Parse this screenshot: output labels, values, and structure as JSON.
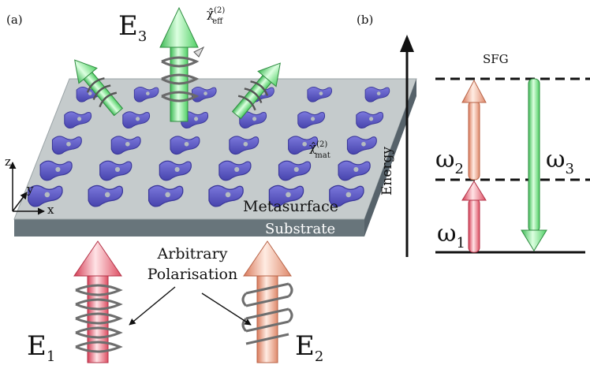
{
  "panel_a": {
    "tag": "(a)",
    "e3": {
      "main": "E",
      "sub": "3"
    },
    "chi_eff": {
      "main": "χ̂",
      "sup": "(2)",
      "sub": "eff"
    },
    "chi_mat": {
      "main": "χ̂",
      "sup": "(2)",
      "sub": "mat"
    },
    "axis_z": "z",
    "axis_y": "y",
    "axis_x": "x",
    "metasurface": "Metasurface",
    "substrate": "Substrate",
    "polarisation_line1": "Arbitrary",
    "polarisation_line2": "Polarisation",
    "e1": {
      "main": "E",
      "sub": "1"
    },
    "e2": {
      "main": "E",
      "sub": "2"
    }
  },
  "panel_b": {
    "tag": "(b)",
    "process": "SFG",
    "energy_axis": "Energy",
    "w1": {
      "main": "ω",
      "sub": "1"
    },
    "w2": {
      "main": "ω",
      "sub": "2"
    },
    "w3": {
      "main": "ω",
      "sub": "3"
    }
  },
  "colors": {
    "red_arrow": "#e8596b",
    "salmon_arrow": "#e9987a",
    "green_arrow": "#6fe07f",
    "meta_blue": "#5a56c4",
    "substrate_grey": "#68757b",
    "slab_grey": "#c5cbcc"
  }
}
